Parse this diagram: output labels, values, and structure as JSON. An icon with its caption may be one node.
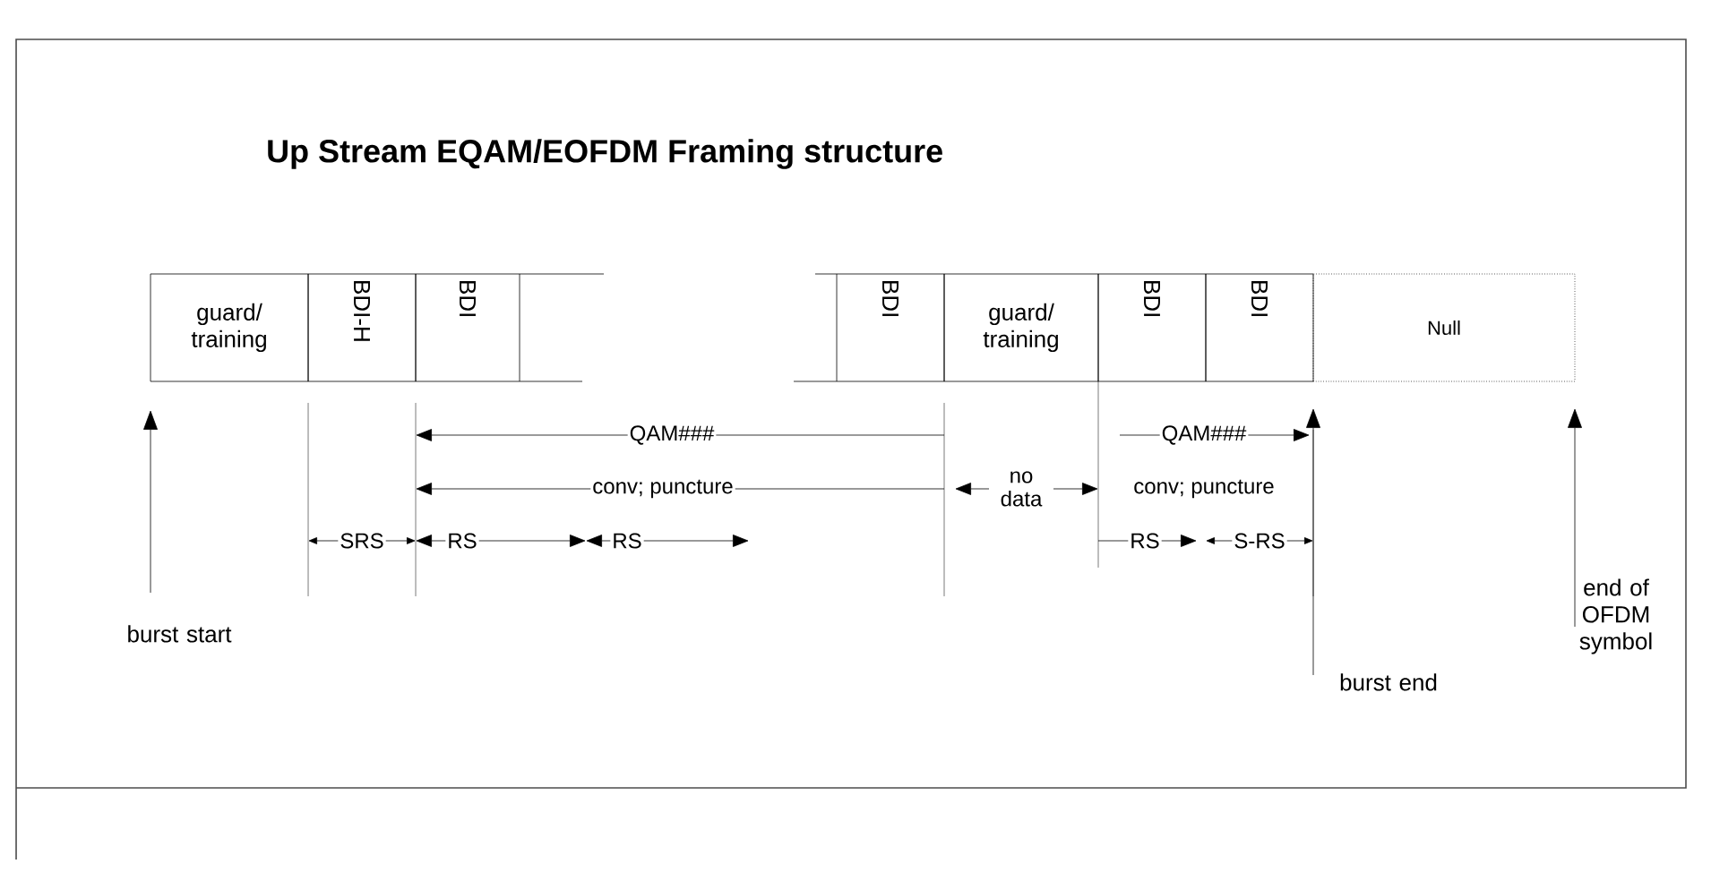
{
  "diagram": {
    "title": "Up Stream EQAM/EOFDM Framing structure",
    "nodes": [
      {
        "text": [
          "guard/ training"
        ]
      },
      {
        "text": [
          "BDI-H"
        ]
      },
      {
        "text": [
          "BDI"
        ]
      },
      {
        "text": [],
        "shape": "box"
      },
      {
        "text": [],
        "shape": "box"
      },
      {
        "text": [
          "BDI"
        ]
      },
      {
        "text": [
          "guard/ training"
        ]
      },
      {
        "text": [
          "BDI"
        ]
      },
      {
        "text": [
          "BDI"
        ]
      },
      {
        "text": [
          "Null"
        ]
      },
      {
        "text": [
          "burst start"
        ]
      },
      {
        "text": [
          "burst end"
        ]
      },
      {
        "text": [
          "end of OFDM symbol"
        ]
      }
    ],
    "edges": [
      {
        "from": 10,
        "to": null,
        "arrow": "to"
      },
      {
        "from": 11,
        "to": null,
        "arrow": "to"
      },
      {
        "from": 12,
        "to": null,
        "arrow": "to"
      }
    ],
    "labels": [
      "QAM###",
      "conv; puncture",
      "SRS",
      "RS",
      "RS",
      "no data",
      "QAM###",
      "conv; puncture",
      "RS",
      "S-RS"
    ]
  }
}
